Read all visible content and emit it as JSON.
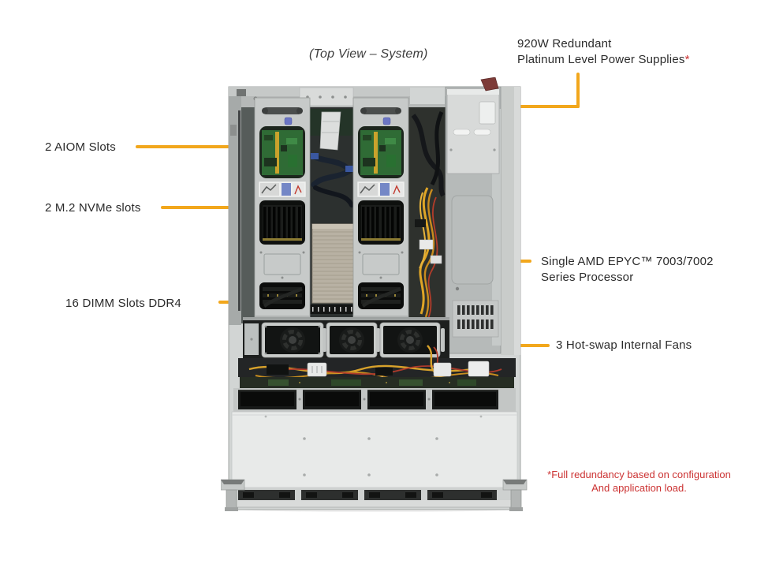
{
  "colors": {
    "callout_line": "#F2A71C",
    "note_red": "#CC3333",
    "label_text": "#2B2B2B"
  },
  "title": "(Top View – System)",
  "callouts": {
    "psu": {
      "line1": "920W Redundant",
      "line2": "Platinum Level Power Supplies",
      "asterisk": "*"
    },
    "aiom": {
      "label": "2 AIOM Slots"
    },
    "m2": {
      "label": "2 M.2 NVMe slots"
    },
    "dimm": {
      "label": "16 DIMM Slots DDR4"
    },
    "cpu": {
      "line1": "Single AMD EPYC™ 7003/7002",
      "line2": "Series Processor"
    },
    "fans": {
      "label": "3 Hot-swap Internal Fans"
    }
  },
  "footnote": {
    "line1": "*Full redundancy based on configuration",
    "line2": "And application load."
  }
}
